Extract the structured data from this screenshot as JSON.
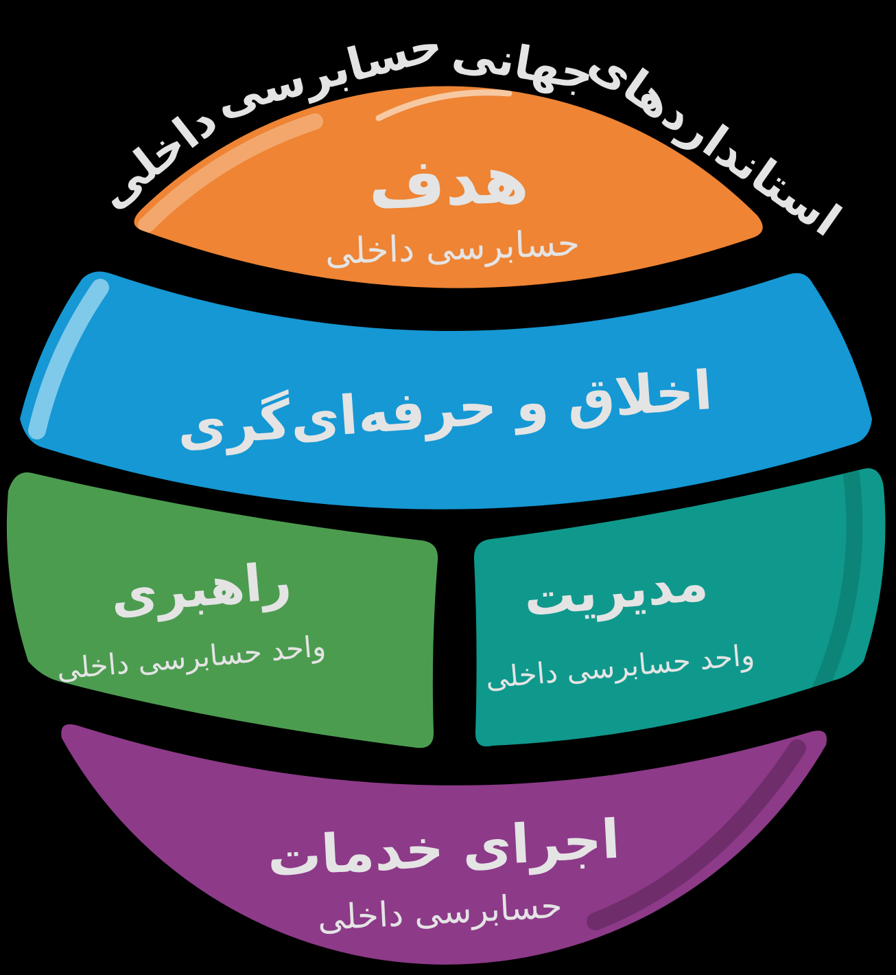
{
  "background": "#000000",
  "text_color": "#E4E4E4",
  "title_arc": {
    "full": "استانداردهای جهانی حسابرسی داخلی",
    "words": [
      "استانداردهای",
      "جهانی",
      "حسابرسی",
      "داخلی"
    ]
  },
  "segments": {
    "purpose": {
      "title": "هدف",
      "subtitle": "حسابرسی داخلی",
      "color": "#EE8434"
    },
    "ethics": {
      "title": "اخلاق و حرفه‌ای‌گری",
      "subtitle": "",
      "color": "#1598D4"
    },
    "governance": {
      "title": "راهبری",
      "subtitle": "واحد حسابرسی داخلی",
      "color": "#4C9C50"
    },
    "management": {
      "title": "مدیریت",
      "subtitle": "واحد حسابرسی داخلی",
      "color": "#0F998C"
    },
    "services": {
      "title": "اجرای خدمات",
      "subtitle": "حسابرسی داخلی",
      "color": "#8D3A89"
    }
  },
  "accents": {
    "orange_rim": "#F3A76C",
    "orange_gloss": "#F7C9A2",
    "blue_stripe": "#7FC9EB",
    "teal_shade": "#0C8578",
    "purple_shade": "#6F2D6C"
  }
}
